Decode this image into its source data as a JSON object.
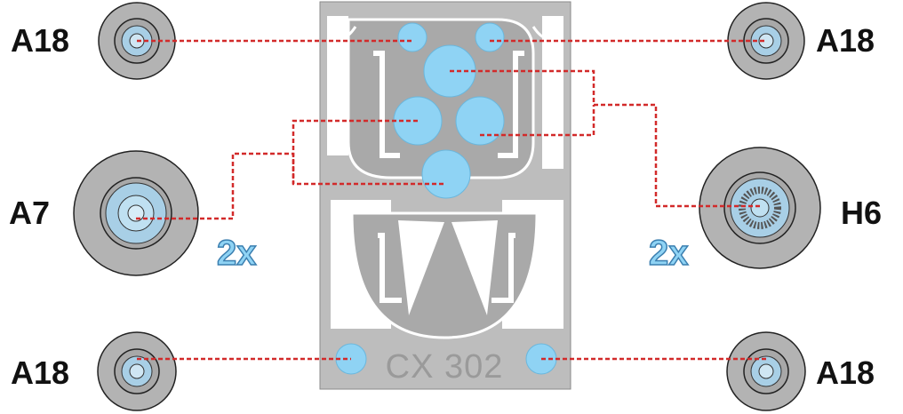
{
  "sheet": {
    "code": "CX 302"
  },
  "wheels": {
    "top_left": {
      "label": "A18"
    },
    "top_right": {
      "label": "A18"
    },
    "mid_left": {
      "label": "A7",
      "quantity": "2x"
    },
    "mid_right": {
      "label": "H6",
      "quantity": "2x"
    },
    "bottom_left": {
      "label": "A18"
    },
    "bottom_right": {
      "label": "A18"
    }
  },
  "colors": {
    "mask": "#8fd3f4",
    "sheet": "#bdbdbd",
    "wheel": "#b3b3b3",
    "leader_line": "#d22a2a"
  }
}
